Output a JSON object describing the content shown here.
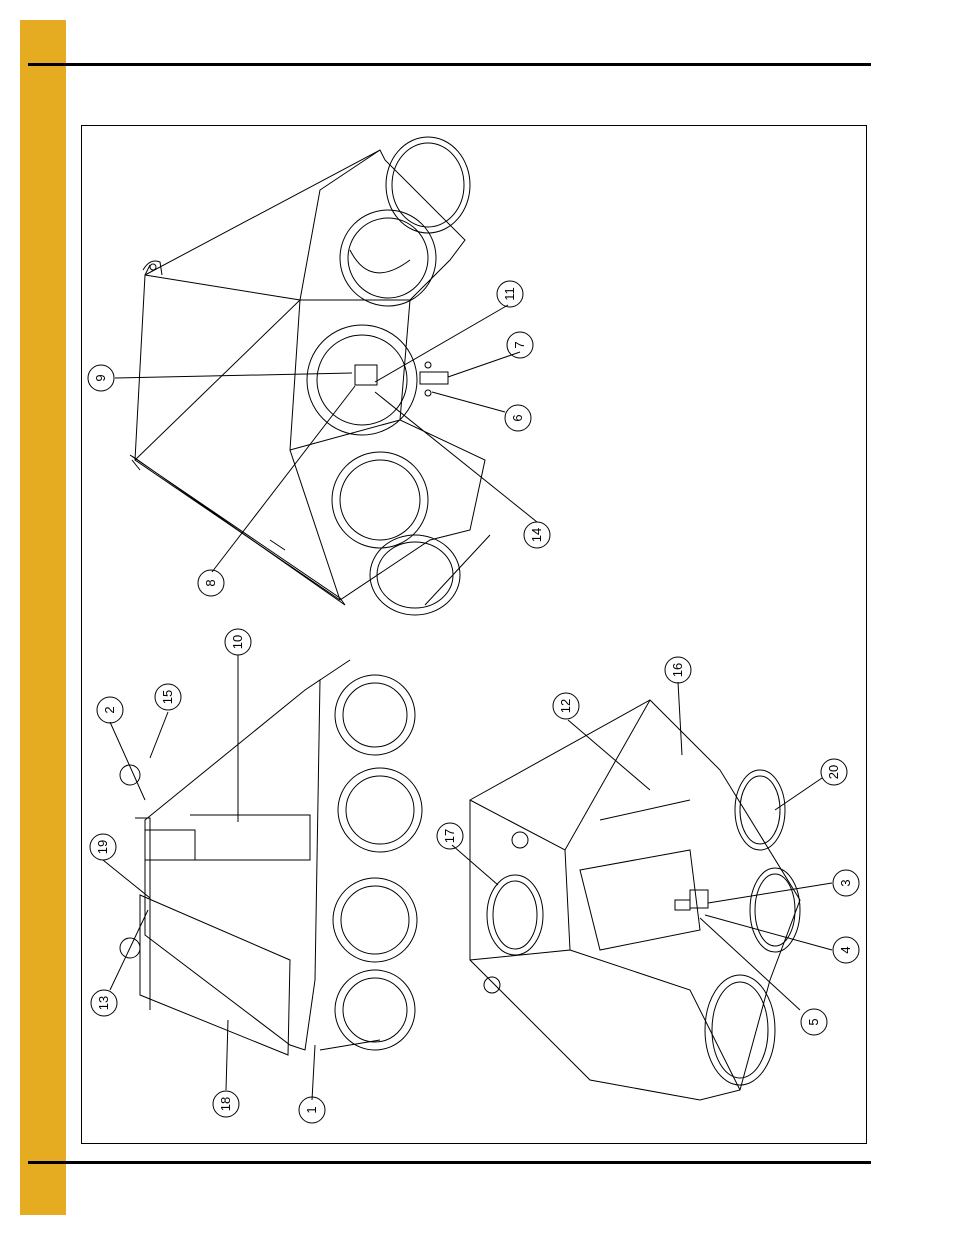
{
  "callouts": [
    {
      "id": "c1",
      "label": "1"
    },
    {
      "id": "c2",
      "label": "2"
    },
    {
      "id": "c3",
      "label": "3"
    },
    {
      "id": "c4",
      "label": "4"
    },
    {
      "id": "c5",
      "label": "5"
    },
    {
      "id": "c6",
      "label": "6"
    },
    {
      "id": "c7",
      "label": "7"
    },
    {
      "id": "c8",
      "label": "8"
    },
    {
      "id": "c9",
      "label": "9"
    },
    {
      "id": "c10",
      "label": "10"
    },
    {
      "id": "c11",
      "label": "11"
    },
    {
      "id": "c12",
      "label": "12"
    },
    {
      "id": "c13",
      "label": "13"
    },
    {
      "id": "c14",
      "label": "14"
    },
    {
      "id": "c15",
      "label": "15"
    },
    {
      "id": "c16",
      "label": "16"
    },
    {
      "id": "c17",
      "label": "17"
    },
    {
      "id": "c18",
      "label": "18"
    },
    {
      "id": "c19",
      "label": "19"
    },
    {
      "id": "c20",
      "label": "20"
    }
  ],
  "colors": {
    "tab": "#e6ac21",
    "line": "#000000",
    "paper": "#ffffff"
  }
}
